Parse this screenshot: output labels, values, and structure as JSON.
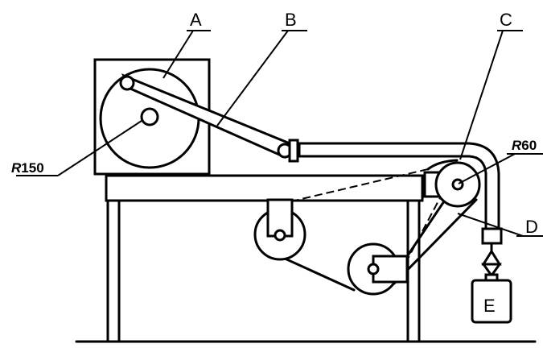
{
  "labels": {
    "a": "A",
    "b": "B",
    "c": "C",
    "d": "D",
    "e": "E",
    "r150_prefix": "R",
    "r150_value": "150",
    "r60_prefix": "R",
    "r60_value": "60"
  }
}
